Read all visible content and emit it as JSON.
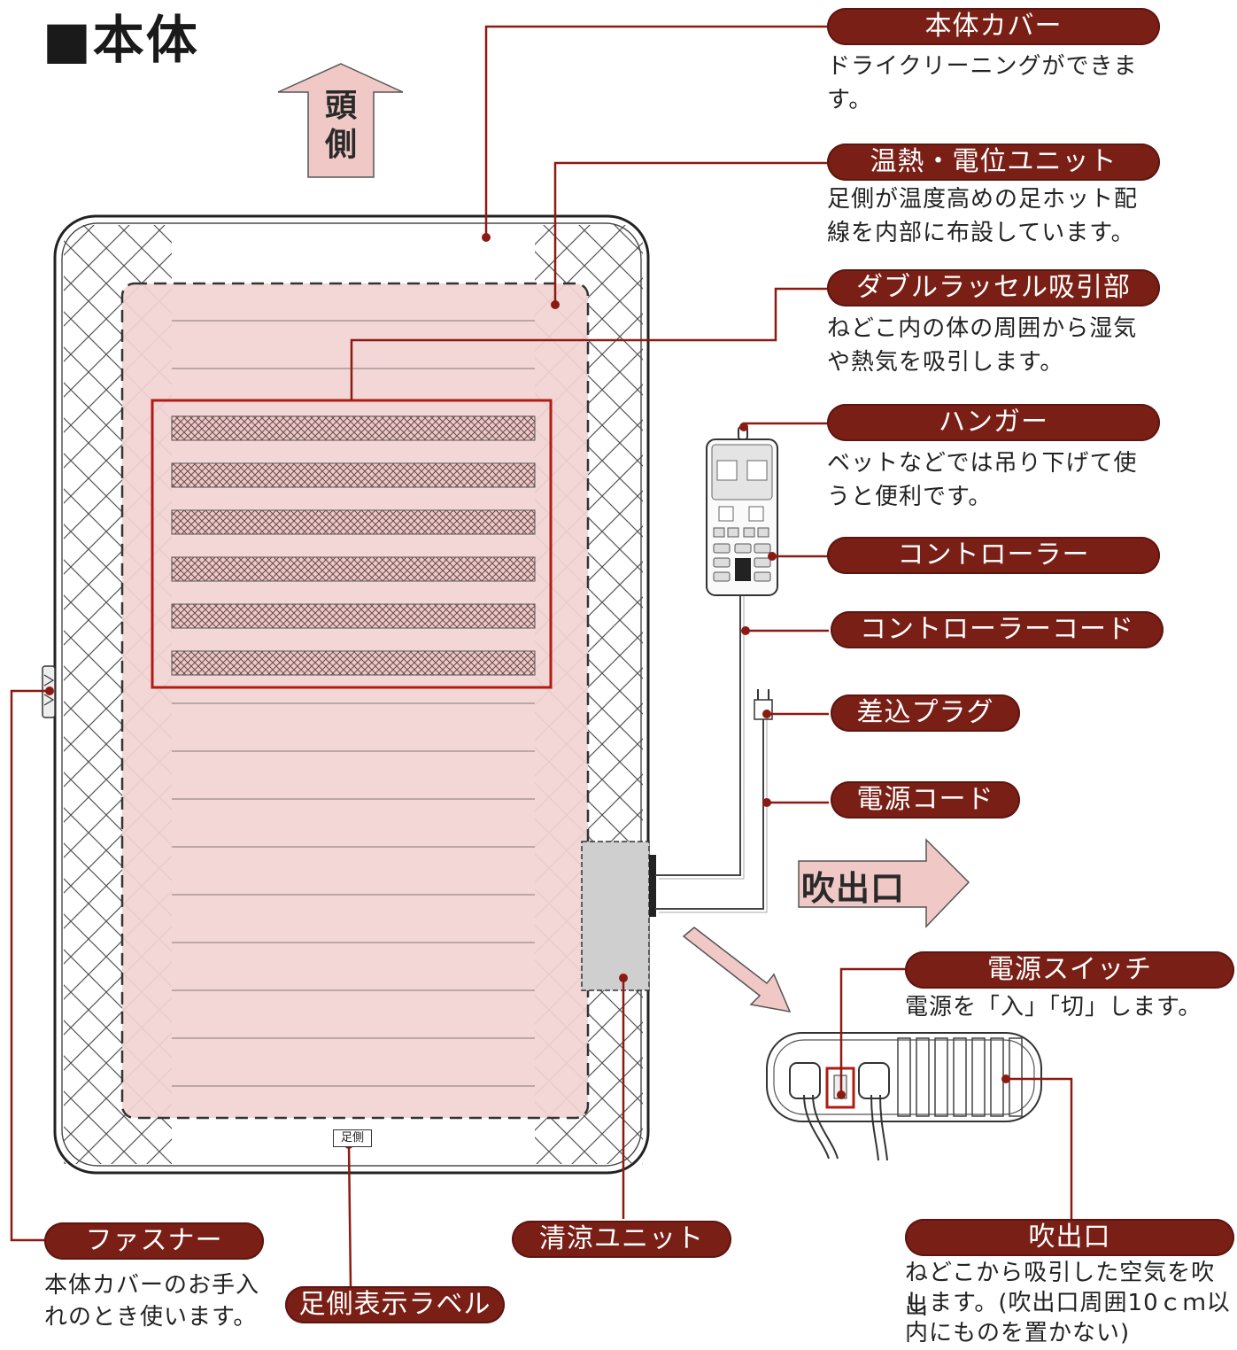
{
  "title": "■本体",
  "head_arrow": "頭側",
  "outlet_arrow": "吹出口",
  "foot_label_text": "足側",
  "labels": {
    "cover": {
      "name": "本体カバー",
      "desc": [
        "ドライクリーニングができま",
        "す。"
      ]
    },
    "heat_unit": {
      "name": "温熱・電位ユニット",
      "desc": [
        "足側が温度高めの足ホット配",
        "線を内部に布設しています。"
      ]
    },
    "suction": {
      "name": "ダブルラッセル吸引部",
      "desc": [
        "ねどこ内の体の周囲から湿気",
        "や熱気を吸引します。"
      ]
    },
    "hanger": {
      "name": "ハンガー",
      "desc": [
        "ベットなどでは吊り下げて使",
        "うと便利です。"
      ]
    },
    "controller": {
      "name": "コントローラー"
    },
    "controller_cord": {
      "name": "コントローラーコード"
    },
    "plug": {
      "name": "差込プラグ"
    },
    "power_cord": {
      "name": "電源コード"
    },
    "power_switch": {
      "name": "電源スイッチ",
      "desc": [
        "電源を「入」「切」します。"
      ]
    },
    "outlet": {
      "name": "吹出口",
      "desc": [
        "ねどこから吸引した空気を吹出",
        "します。(吹出口周囲10ｃｍ以",
        "内にものを置かない)"
      ]
    },
    "fastener": {
      "name": "ファスナー",
      "desc": [
        "本体カバーのお手入",
        "れのとき使います。"
      ]
    },
    "foot_label": {
      "name": "足側表示ラベル"
    },
    "cooling_unit": {
      "name": "清涼ユニット"
    }
  },
  "colors": {
    "pill": "#7a1f16",
    "leader": "#8b1a12",
    "pad": "#f2d4d3",
    "arrow": "#f0c9c6"
  }
}
